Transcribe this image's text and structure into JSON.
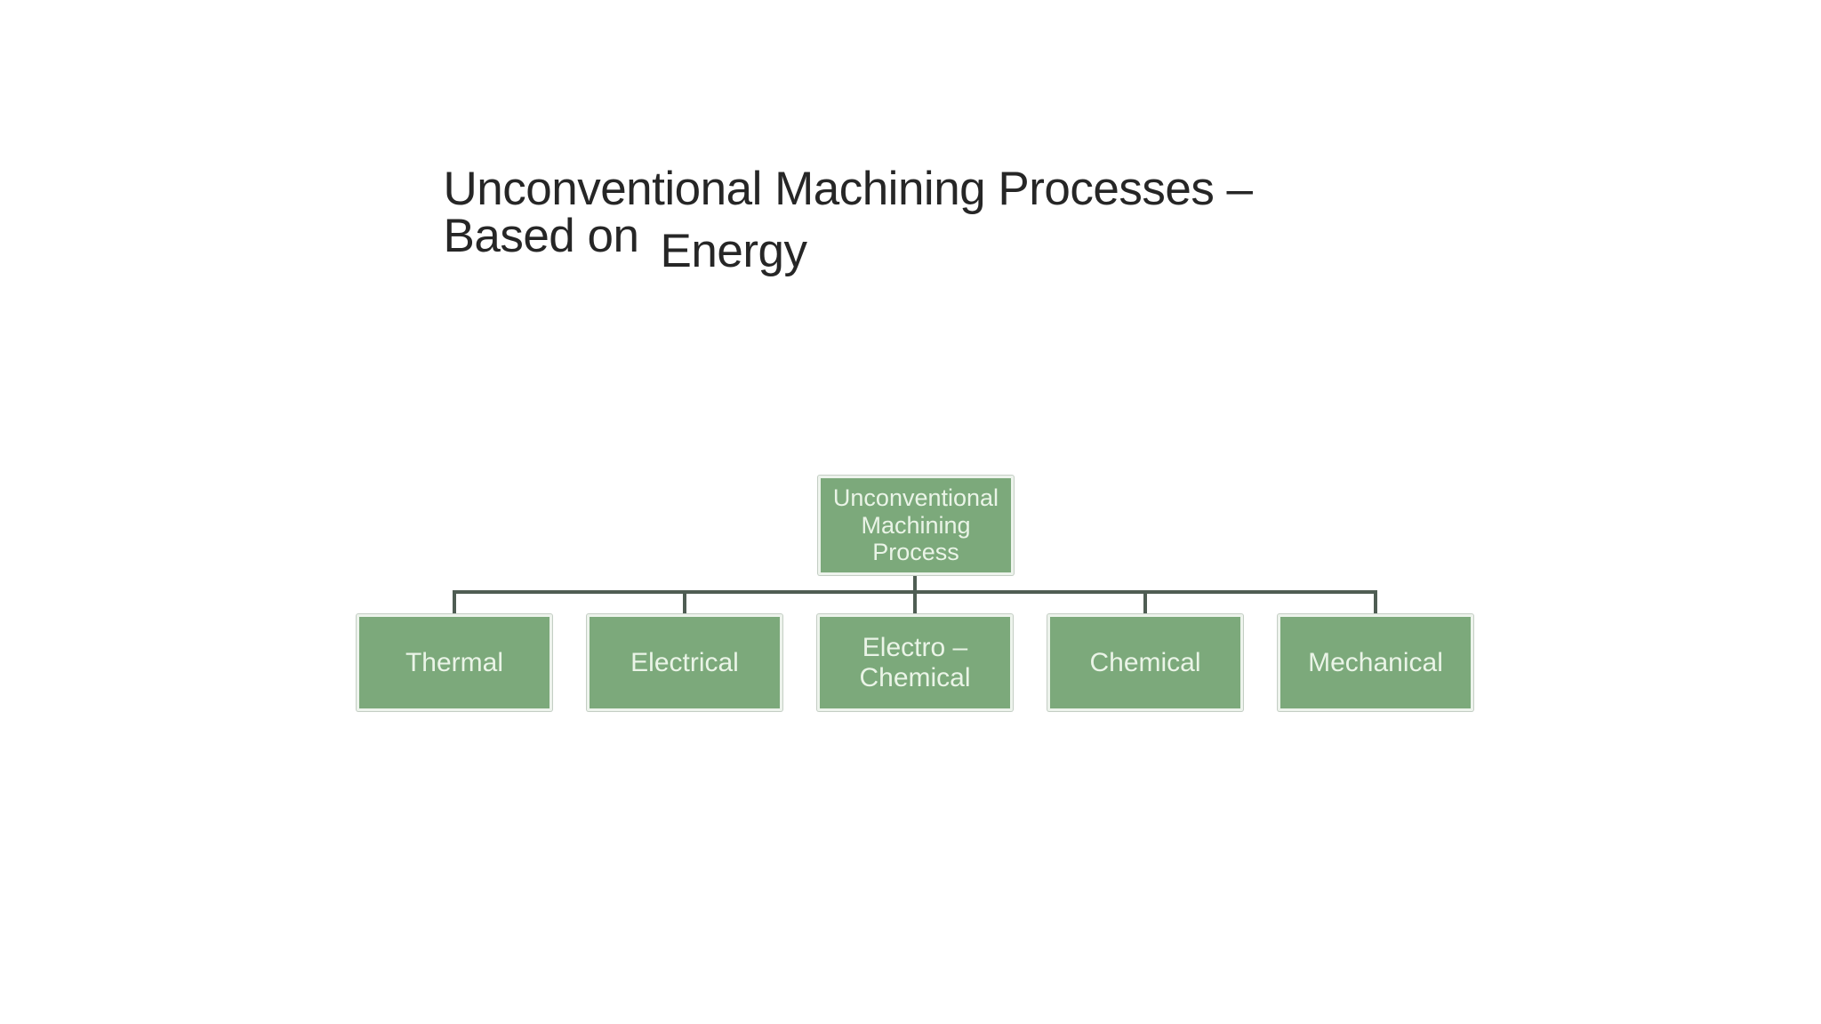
{
  "slide": {
    "title": {
      "line1": "Unconventional Machining Processes –  Based on",
      "line2": "Energy"
    }
  },
  "diagram": {
    "root": {
      "label": "Unconventional\nMachining\nProcess"
    },
    "children": [
      {
        "label": "Thermal"
      },
      {
        "label": "Electrical"
      },
      {
        "label": "Electro –\nChemical"
      },
      {
        "label": "Chemical"
      },
      {
        "label": "Mechanical"
      }
    ]
  },
  "colors": {
    "background": "#FFFFFF",
    "title_text": "#262626",
    "box_fill": "#7CA97B",
    "box_border": "#EDF3EC",
    "box_outline": "#C4CEC4",
    "box_text": "#EAF4E7",
    "connector": "#4F5D53"
  }
}
